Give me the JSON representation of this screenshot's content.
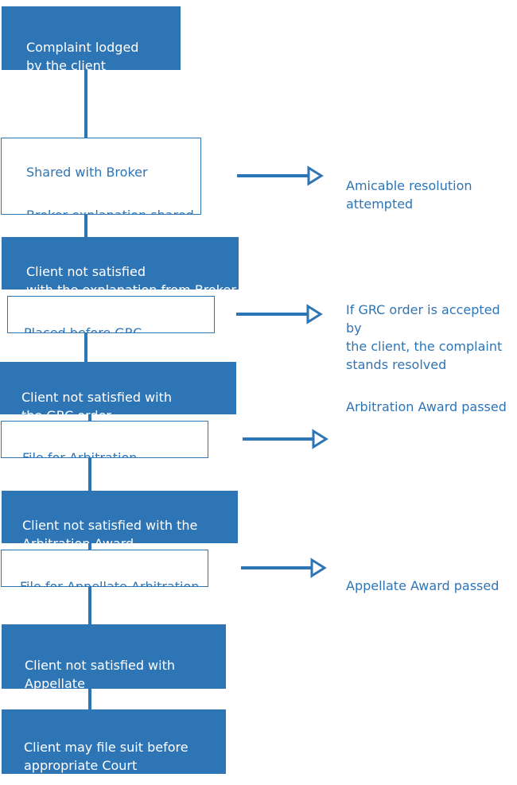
{
  "colors": {
    "primary": "#2e75b6",
    "text_on_primary": "#ffffff",
    "background": "#ffffff"
  },
  "steps": {
    "complaint_lodged": "Complaint lodged\n by the client",
    "shared_with_broker": "Shared with Broker",
    "broker_explanation": "Broker explanation shared\nwith the client",
    "not_satisfied_broker": "Client not satisfied\n with the explanation from Broker",
    "placed_before_grc": "Placed before GRC",
    "not_satisfied_grc": "Client not satisfied with\n the GRC order",
    "file_arbitration": "File for Arbitration",
    "not_satisfied_arbitration": "Client not satisfied with the\nArbitration Award",
    "file_appellate": "File for Appellate Arbitration",
    "not_satisfied_appellate": "Client not satisfied with Appellate\nArbitration Award",
    "file_suit": "Client may file suit before\n appropriate Court"
  },
  "outcomes": {
    "amicable": "Amicable resolution\nattempted",
    "grc_accepted": "If GRC order is accepted by\n the client, the complaint\nstands resolved",
    "arbitration_award": "Arbitration Award passed",
    "appellate_award": "Appellate Award passed"
  }
}
